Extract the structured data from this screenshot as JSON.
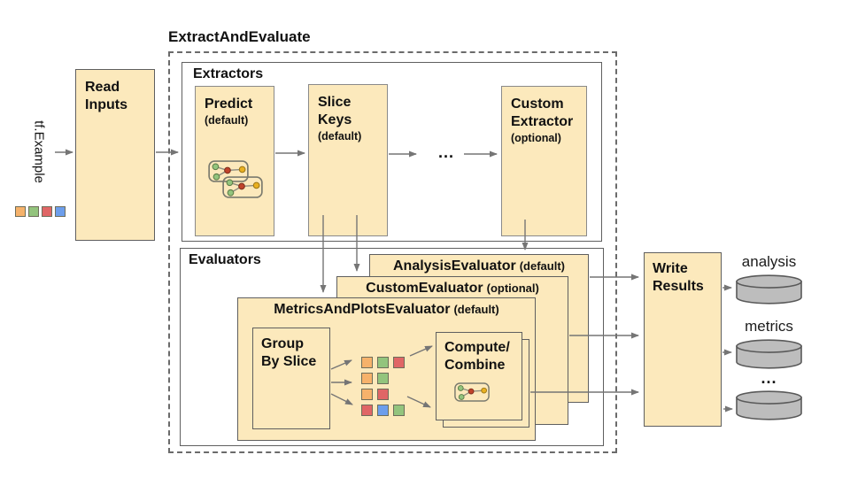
{
  "colors": {
    "box_fill": "#FCE9BC",
    "box_border": "#8A8A8A",
    "container_border": "#5F5F5F",
    "arrow": "#757575",
    "cylinder_fill": "#BDBDBD",
    "cylinder_border": "#595959",
    "square_orange": "#F6B26B",
    "square_green": "#93C47D",
    "square_red": "#E06666",
    "square_blue": "#6D9EEB"
  },
  "diagram": {
    "title": "ExtractAndEvaluate",
    "input": {
      "label": "tf.Example",
      "squares": [
        "orange",
        "green",
        "red",
        "blue"
      ]
    },
    "read_inputs": {
      "line1": "Read",
      "line2": "Inputs"
    },
    "extractors": {
      "label": "Extractors",
      "predict": {
        "line1": "Predict",
        "qualifier": "(default)"
      },
      "slice_keys": {
        "line1": "Slice",
        "line2": "Keys",
        "qualifier": "(default)"
      },
      "ellipsis": "...",
      "custom_extractor": {
        "line1": "Custom",
        "line2": "Extractor",
        "qualifier": "(optional)"
      }
    },
    "evaluators": {
      "label": "Evaluators",
      "analysis": {
        "name": "AnalysisEvaluator",
        "qualifier": "(default)"
      },
      "custom": {
        "name": "CustomEvaluator",
        "qualifier": "(optional)"
      },
      "metrics": {
        "name": "MetricsAndPlotsEvaluator",
        "qualifier": "(default)"
      },
      "group_by_slice": {
        "line1": "Group",
        "line2": "By Slice"
      },
      "slice_rows": [
        [
          "orange",
          "green",
          "red"
        ],
        [
          "orange",
          "green"
        ],
        [
          "orange",
          "red"
        ],
        [
          "red",
          "blue",
          "green"
        ]
      ],
      "compute_combine": {
        "line1": "Compute/",
        "line2": "Combine"
      }
    },
    "write_results": {
      "line1": "Write",
      "line2": "Results"
    },
    "outputs": [
      {
        "label": "analysis"
      },
      {
        "label": "metrics"
      },
      {
        "label": "..."
      }
    ]
  }
}
